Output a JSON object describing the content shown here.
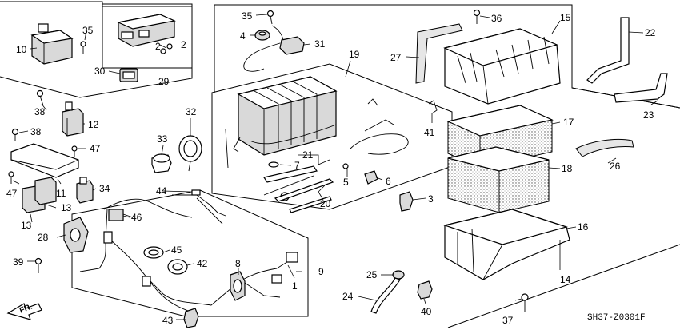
{
  "part_numbers": [
    "1",
    "2",
    "3",
    "4",
    "5",
    "6",
    "7",
    "8",
    "9",
    "10",
    "11",
    "12",
    "13",
    "14",
    "15",
    "16",
    "17",
    "18",
    "19",
    "20",
    "21",
    "22",
    "23",
    "24",
    "25",
    "26",
    "27",
    "28",
    "29",
    "30",
    "31",
    "32",
    "33",
    "34",
    "35",
    "36",
    "37",
    "38",
    "39",
    "40",
    "41",
    "42",
    "43",
    "44",
    "45",
    "46",
    "47"
  ],
  "diagram_code": "SH37-Z0301F",
  "direction_label": "FR."
}
